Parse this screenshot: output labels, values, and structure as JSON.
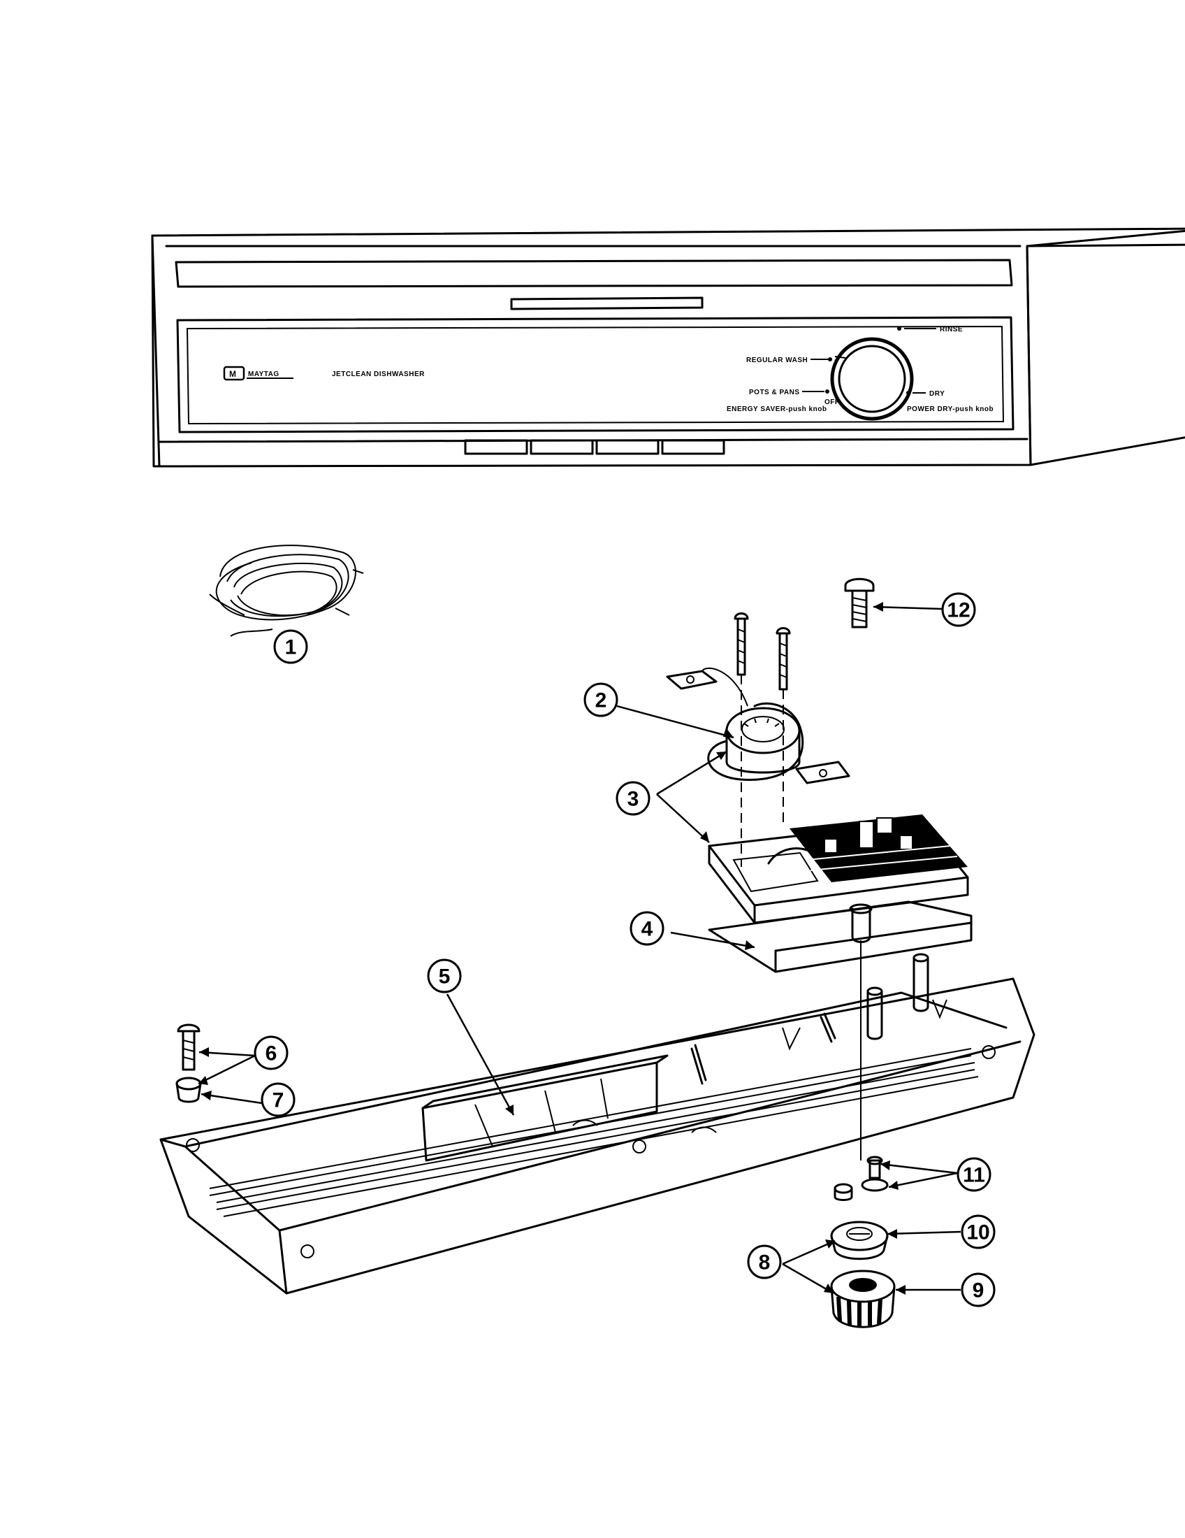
{
  "control_panel": {
    "brand": "MAYTAG",
    "model": "JETCLEAN DISHWASHER",
    "cycle_labels": {
      "rinse": "RINSE",
      "regular_wash": "REGULAR WASH",
      "pots_pans": "POTS & PANS",
      "off": "OFF",
      "dry": "DRY",
      "energy_saver": "ENERGY SAVER-push knob",
      "power_dry": "POWER DRY-push knob"
    }
  },
  "callouts": [
    {
      "id": "callout-1",
      "number": "1"
    },
    {
      "id": "callout-2",
      "number": "2"
    },
    {
      "id": "callout-3",
      "number": "3"
    },
    {
      "id": "callout-4",
      "number": "4"
    },
    {
      "id": "callout-5",
      "number": "5"
    },
    {
      "id": "callout-6",
      "number": "6"
    },
    {
      "id": "callout-7",
      "number": "7"
    },
    {
      "id": "callout-8",
      "number": "8"
    },
    {
      "id": "callout-9",
      "number": "9"
    },
    {
      "id": "callout-10",
      "number": "10"
    },
    {
      "id": "callout-11",
      "number": "11"
    },
    {
      "id": "callout-12",
      "number": "12"
    }
  ]
}
